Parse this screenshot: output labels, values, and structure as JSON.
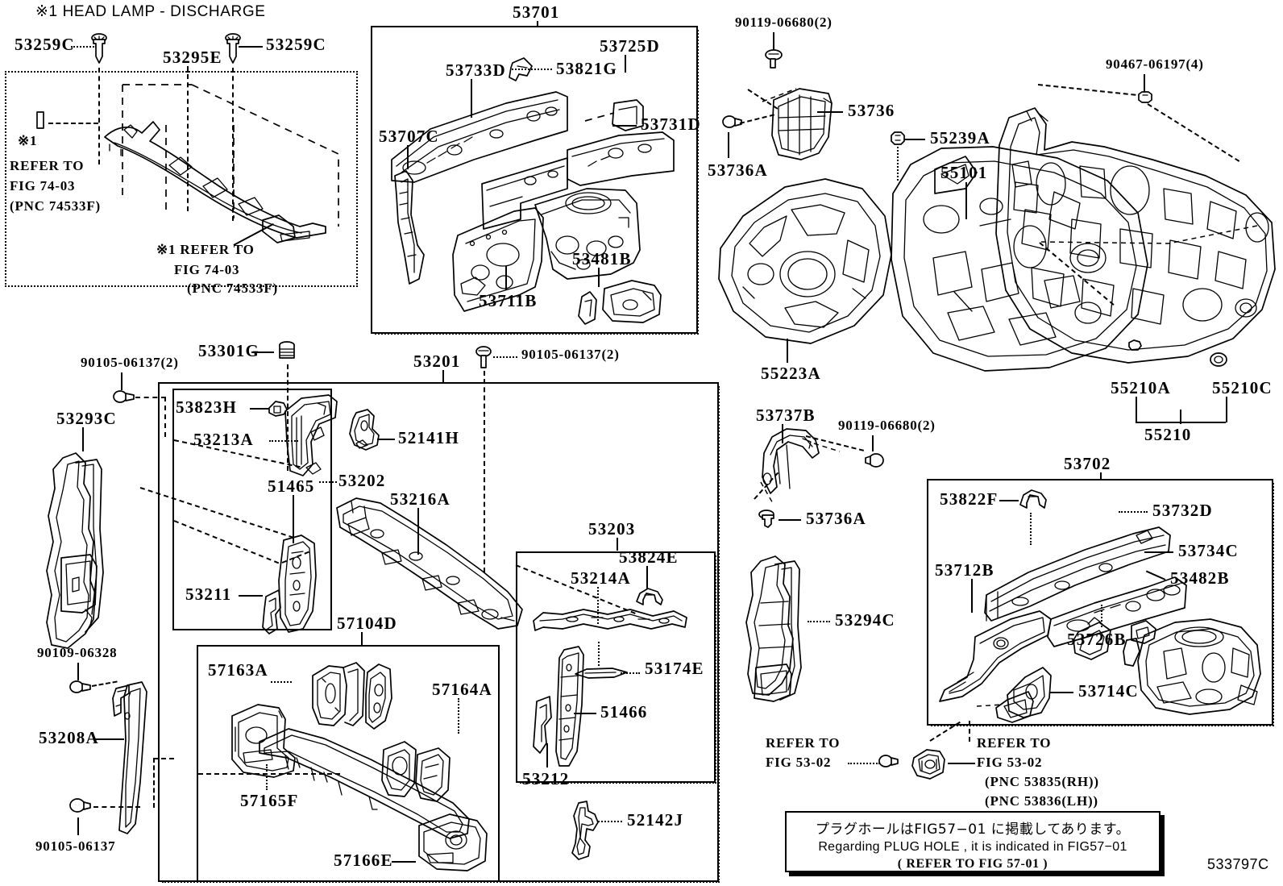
{
  "figure": {
    "title": "※1 HEAD LAMP - DISCHARGE",
    "figure_code": "533797C"
  },
  "panels": {
    "headlamp_box": {
      "note1_line1": "※1",
      "note1_line2": "REFER TO",
      "note1_line3": "FIG 74-03",
      "note1_line4": "(PNC 74533F)",
      "note2_line1": "※1 REFER TO",
      "note2_line2": "FIG 74-03",
      "note2_line3": "(PNC 74533F)"
    },
    "p53701": {
      "label": "53701"
    },
    "p53201": {
      "label": "53201"
    },
    "p53202": {
      "label": "53202"
    },
    "p53203": {
      "label": "53203"
    },
    "p57104D": {
      "label": "57104D"
    },
    "p53702": {
      "label": "53702"
    }
  },
  "parts": [
    {
      "id": "53259C-left",
      "label": "53259C"
    },
    {
      "id": "53259C-right",
      "label": "53259C"
    },
    {
      "id": "53295E",
      "label": "53295E"
    },
    {
      "id": "53733D",
      "label": "53733D"
    },
    {
      "id": "53821G",
      "label": "53821G"
    },
    {
      "id": "53725D",
      "label": "53725D"
    },
    {
      "id": "53731D",
      "label": "53731D"
    },
    {
      "id": "53707C",
      "label": "53707C"
    },
    {
      "id": "53711B",
      "label": "53711B"
    },
    {
      "id": "53481B",
      "label": "53481B"
    },
    {
      "id": "90119-06680-top",
      "label": "90119-06680(2)"
    },
    {
      "id": "53736",
      "label": "53736"
    },
    {
      "id": "53736A-top",
      "label": "53736A"
    },
    {
      "id": "55239A",
      "label": "55239A"
    },
    {
      "id": "55101",
      "label": "55101"
    },
    {
      "id": "90467-06197",
      "label": "90467-06197(4)"
    },
    {
      "id": "55223A",
      "label": "55223A"
    },
    {
      "id": "55210A",
      "label": "55210A"
    },
    {
      "id": "55210C",
      "label": "55210C"
    },
    {
      "id": "55210",
      "label": "55210"
    },
    {
      "id": "90105-06137-2a",
      "label": "90105-06137(2)"
    },
    {
      "id": "53301G",
      "label": "53301G"
    },
    {
      "id": "53293C",
      "label": "53293C"
    },
    {
      "id": "53823H",
      "label": "53823H"
    },
    {
      "id": "53213A",
      "label": "53213A"
    },
    {
      "id": "51465",
      "label": "51465"
    },
    {
      "id": "53211",
      "label": "53211"
    },
    {
      "id": "52141H",
      "label": "52141H"
    },
    {
      "id": "53216A",
      "label": "53216A"
    },
    {
      "id": "90105-06137-2b",
      "label": "90105-06137(2)"
    },
    {
      "id": "53214A",
      "label": "53214A"
    },
    {
      "id": "53824E",
      "label": "53824E"
    },
    {
      "id": "53174E",
      "label": "53174E"
    },
    {
      "id": "51466",
      "label": "51466"
    },
    {
      "id": "53212",
      "label": "53212"
    },
    {
      "id": "52142J",
      "label": "52142J"
    },
    {
      "id": "90109-06328",
      "label": "90109-06328"
    },
    {
      "id": "53208A",
      "label": "53208A"
    },
    {
      "id": "90105-06137",
      "label": "90105-06137"
    },
    {
      "id": "57163A",
      "label": "57163A"
    },
    {
      "id": "57164A",
      "label": "57164A"
    },
    {
      "id": "57165F",
      "label": "57165F"
    },
    {
      "id": "57166E",
      "label": "57166E"
    },
    {
      "id": "53737B",
      "label": "53737B"
    },
    {
      "id": "90119-06680-mid",
      "label": "90119-06680(2)"
    },
    {
      "id": "53736A-mid",
      "label": "53736A"
    },
    {
      "id": "53294C",
      "label": "53294C"
    },
    {
      "id": "53822F",
      "label": "53822F"
    },
    {
      "id": "53732D",
      "label": "53732D"
    },
    {
      "id": "53712B",
      "label": "53712B"
    },
    {
      "id": "53734C",
      "label": "53734C"
    },
    {
      "id": "53482B",
      "label": "53482B"
    },
    {
      "id": "53726B",
      "label": "53726B"
    },
    {
      "id": "53714C",
      "label": "53714C"
    }
  ],
  "refs": {
    "left_ref_line1": "REFER TO",
    "left_ref_line2": "FIG 53-02",
    "right_ref_line1": "REFER TO",
    "right_ref_line2": "FIG 53-02",
    "right_ref_line3": "(PNC 53835(RH))",
    "right_ref_line4": "(PNC 53836(LH))"
  },
  "note_panel": {
    "jp": "プラグホールはFIG57−01 に掲載してあります。",
    "en": "Regarding  PLUG HOLE , it is indicated in FIG57−01",
    "ref": "(   REFER TO FIG 57-01 )"
  }
}
